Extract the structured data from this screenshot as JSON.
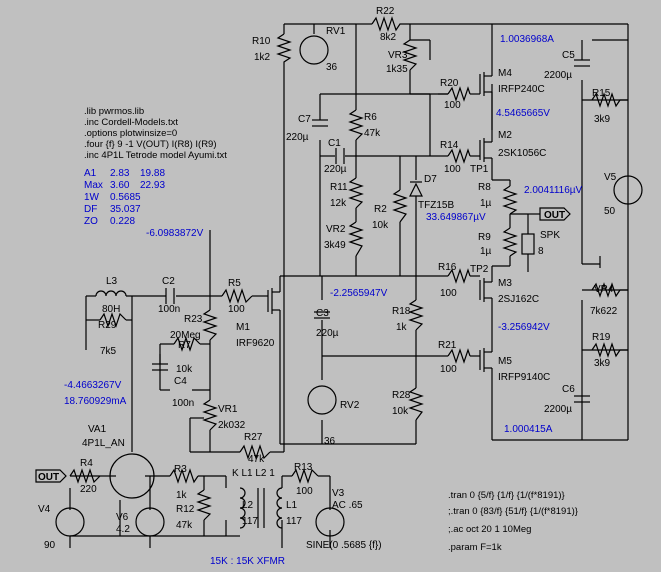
{
  "directives": [
    ".lib pwrmos.lib",
    ".inc Cordell-Models.txt",
    ".options plotwinsize=0",
    ".four {f} 9 -1 V(OUT) I(R8) I(R9)",
    ".inc 4P1L Tetrode model Ayumi.txt"
  ],
  "measurements": [
    {
      "label": "A1",
      "v1": "2.83",
      "v2": "19.88"
    },
    {
      "label": "Max",
      "v1": "3.60",
      "v2": "22.93"
    },
    {
      "label": "1W",
      "v1": "0.5685",
      "v2": ""
    },
    {
      "label": "DF",
      "v1": "35.037",
      "v2": ""
    },
    {
      "label": "ZO",
      "v1": "0.228",
      "v2": ""
    }
  ],
  "sim_commands": [
    ".tran 0 {5/f} {1/f} {1/(f*8191)}",
    ";.tran 0 {83/f} {51/f} {1/(f*8191)}",
    ";.ac oct 20 1 10Meg",
    ".param F=1k"
  ],
  "probes": {
    "v_r20": "1.0036968A",
    "v_m4s": "4.5465665V",
    "v_r8": "2.0041116µV",
    "v_r9": "33.649867µV",
    "v_r5": "-6.0983872V",
    "v_m1": "-2.2565947V",
    "v_m3": "-3.256942V",
    "v_m5": "1.000415A",
    "v_va1": "-4.4663267V",
    "i_va1": "18.760929mA"
  },
  "components": {
    "r10": [
      "R10",
      "1k2"
    ],
    "rv1": [
      "RV1",
      "36"
    ],
    "r22": [
      "R22",
      "8k2"
    ],
    "vr3": [
      "VR3",
      "1k35"
    ],
    "r6": [
      "R6",
      "47k"
    ],
    "c7": [
      "C7",
      "220µ"
    ],
    "c1": [
      "C1",
      "220µ"
    ],
    "r11": [
      "R11",
      "12k"
    ],
    "vr2": [
      "VR2",
      "3k49"
    ],
    "r2": [
      "R2",
      "10k"
    ],
    "d7": [
      "D7",
      "TFZ15B"
    ],
    "r20": [
      "R20",
      "100"
    ],
    "m4": [
      "M4",
      "IRFP240C"
    ],
    "r14": [
      "R14",
      "100"
    ],
    "m2": [
      "M2",
      "2SK1056C"
    ],
    "c5": [
      "C5",
      "2200µ"
    ],
    "r15": [
      "R15",
      "3k9"
    ],
    "v5": [
      "V5",
      "50"
    ],
    "r8": [
      "R8",
      "1µ"
    ],
    "r9": [
      "R9",
      "1µ"
    ],
    "spk": [
      "SPK",
      "8"
    ],
    "r16": [
      "R16",
      "100"
    ],
    "m3": [
      "M3",
      "2SJ162C"
    ],
    "vr4": [
      "VR4",
      "7k622"
    ],
    "r18": [
      "R18",
      "1k"
    ],
    "r21": [
      "R21",
      "100"
    ],
    "m5": [
      "M5",
      "IRFP9140C"
    ],
    "r19": [
      "R19",
      "3k9"
    ],
    "c6": [
      "C6",
      "2200µ"
    ],
    "r28": [
      "R28",
      "10k"
    ],
    "rv2": [
      "RV2",
      "36"
    ],
    "l3": [
      "L3",
      "80H"
    ],
    "c2": [
      "C2",
      "100n"
    ],
    "r5": [
      "R5",
      "100"
    ],
    "m1": [
      "M1",
      "IRF9620"
    ],
    "c3": [
      "C3",
      "220µ"
    ],
    "r29": [
      "R29",
      "7k5"
    ],
    "r23": [
      "R23",
      "20Meg"
    ],
    "r7": [
      "R7",
      "10k"
    ],
    "c4": [
      "C4",
      "100n"
    ],
    "vr1": [
      "VR1",
      "2k032"
    ],
    "r27": [
      "R27",
      "47k"
    ],
    "va1": [
      "VA1",
      "4P1L_AN"
    ],
    "r4": [
      "R4",
      "220"
    ],
    "r3": [
      "R3",
      "1k"
    ],
    "v4": [
      "V4",
      "90"
    ],
    "v6": [
      "V6",
      "4.2"
    ],
    "r12": [
      "R12",
      "47k"
    ],
    "l2": [
      "L2",
      "117"
    ],
    "l1": [
      "L1",
      "117"
    ],
    "r13": [
      "R13",
      "100"
    ],
    "v3": [
      "V3",
      "AC .65"
    ]
  },
  "misc": {
    "tp1": "TP1",
    "tp2": "TP2",
    "out_label": "OUT",
    "out_in": "OUT",
    "xfmr_top": "K L1 L2 1",
    "xfmr_caption": "15K : 15K XFMR",
    "v3_sine": "SINE(0 .5685 {f})"
  }
}
